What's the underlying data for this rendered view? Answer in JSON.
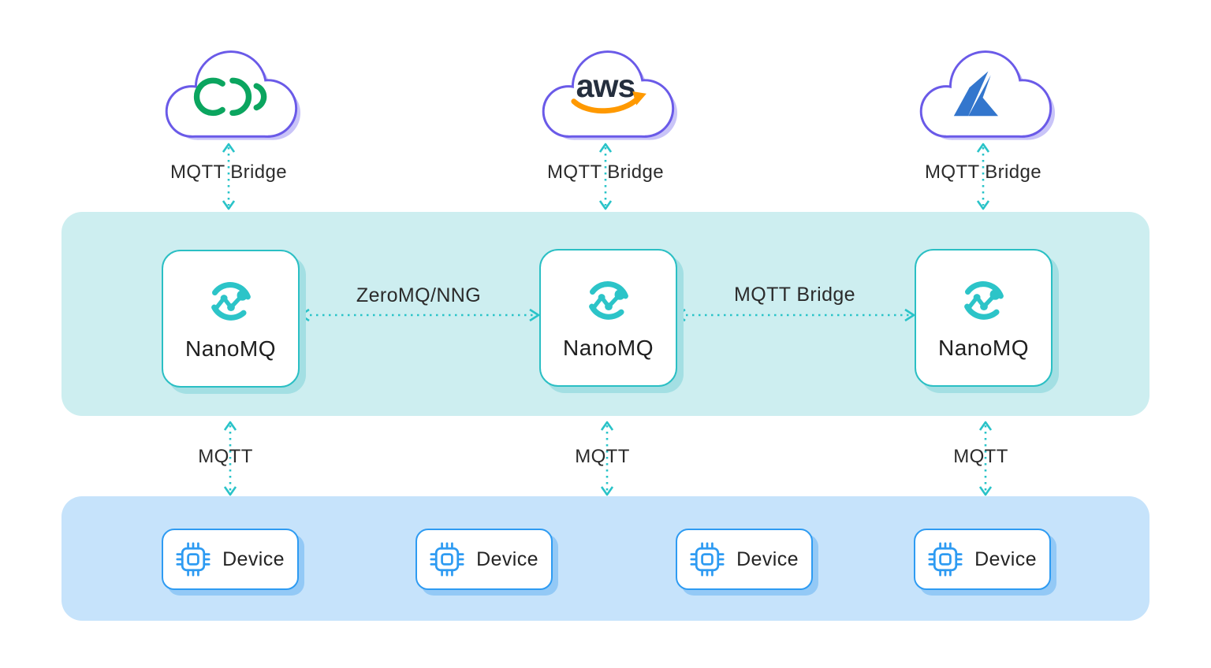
{
  "diagram": {
    "clouds": [
      {
        "name": "emqx-cloud"
      },
      {
        "name": "aws-cloud",
        "logo_text": "aws"
      },
      {
        "name": "azure-cloud"
      }
    ],
    "cloud_links": [
      {
        "label": "MQTT Bridge"
      },
      {
        "label": "MQTT Bridge"
      },
      {
        "label": "MQTT Bridge"
      }
    ],
    "brokers": [
      {
        "label": "NanoMQ"
      },
      {
        "label": "NanoMQ"
      },
      {
        "label": "NanoMQ"
      }
    ],
    "broker_links": [
      {
        "label": "ZeroMQ/NNG"
      },
      {
        "label": "MQTT Bridge"
      }
    ],
    "device_links": [
      {
        "label": "MQTT"
      },
      {
        "label": "MQTT"
      },
      {
        "label": "MQTT"
      }
    ],
    "devices": [
      {
        "label": "Device"
      },
      {
        "label": "Device"
      },
      {
        "label": "Device"
      },
      {
        "label": "Device"
      }
    ],
    "colors": {
      "broker_band": "#CDEEF0",
      "device_band": "#C6E3FB",
      "teal_accent": "#2BC0C5",
      "device_blue": "#2E9BF2",
      "cloud_purple": "#6A5AE8",
      "emq_green": "#0BA55F",
      "aws_navy": "#252F3E",
      "aws_orange": "#FF9900",
      "azure_blue": "#3376CD",
      "text_dark": "#262626"
    }
  }
}
